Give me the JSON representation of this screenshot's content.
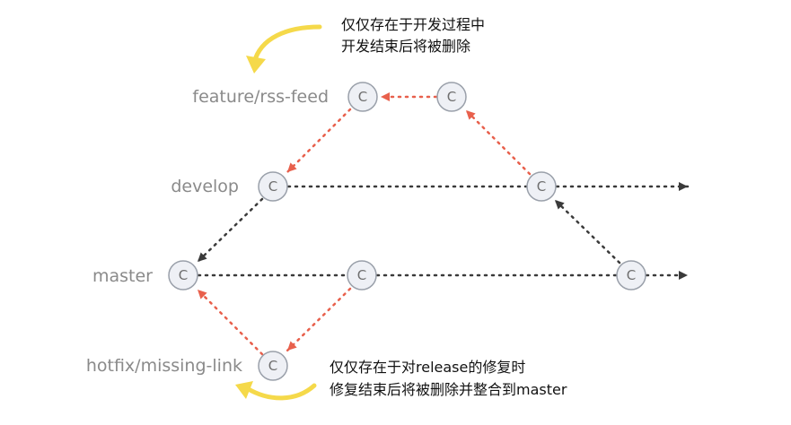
{
  "branches": {
    "feature": "feature/rss-feed",
    "develop": "develop",
    "master": "master",
    "hotfix": "hotfix/missing-link"
  },
  "commit_letter": "C",
  "notes": {
    "top": [
      "仅仅存在于开发过程中",
      "开发结束后将被删除"
    ],
    "bottom": [
      "仅仅存在于对release的修复时",
      "修复结束后将被删除并整合到master"
    ]
  },
  "colors": {
    "merge_arrow": "#e8604c",
    "branch_arrow": "#3a3a3a",
    "highlight_arrow": "#f5d94a",
    "commit_fill": "#eef0f5",
    "commit_stroke": "#9aa0aa"
  }
}
